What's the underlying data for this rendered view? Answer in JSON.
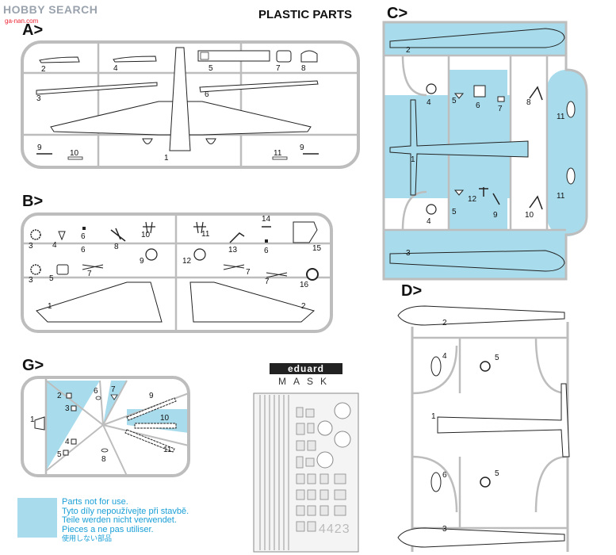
{
  "watermark": {
    "brand": "HOBBY SEARCH",
    "url": "ga-nan.com"
  },
  "header": {
    "title": "PLASTIC PARTS"
  },
  "sections": {
    "a": "A>",
    "b": "B>",
    "c": "C>",
    "d": "D>",
    "g": "G>"
  },
  "sprue_a": {
    "labels": [
      "2",
      "4",
      "5",
      "7",
      "8",
      "3",
      "6",
      "9",
      "10",
      "1",
      "11",
      "9"
    ]
  },
  "sprue_b": {
    "labels": [
      "3",
      "4",
      "6",
      "6",
      "8",
      "10",
      "11",
      "14",
      "6",
      "15",
      "9",
      "12",
      "13",
      "3",
      "5",
      "7",
      "7",
      "7",
      "16",
      "1",
      "2"
    ]
  },
  "sprue_c": {
    "labels": [
      "2",
      "4",
      "5",
      "6",
      "7",
      "8",
      "11",
      "1",
      "5",
      "12",
      "9",
      "10",
      "4",
      "11",
      "3"
    ]
  },
  "sprue_d": {
    "labels": [
      "2",
      "4",
      "5",
      "1",
      "6",
      "5",
      "3"
    ]
  },
  "sprue_g": {
    "labels": [
      "2",
      "6",
      "7",
      "3",
      "9",
      "1",
      "10",
      "4",
      "5",
      "8",
      "11"
    ]
  },
  "mask": {
    "brand": "eduard",
    "product": "MASK",
    "code": "4423"
  },
  "legend": {
    "color": "#a8dcec",
    "lines": [
      "Parts not for use.",
      "Tyto díly nepoužívejte při stavbě.",
      "Teile werden nicht verwendet.",
      "Pieces a ne pas utiliser.",
      "使用しない部品"
    ]
  }
}
